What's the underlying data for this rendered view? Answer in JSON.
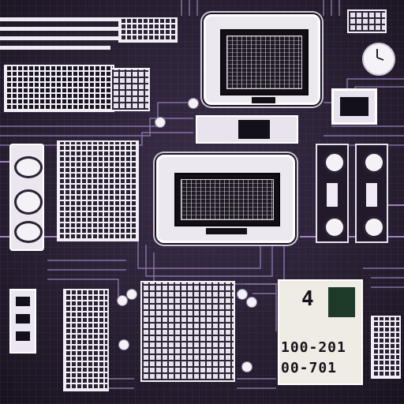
{
  "board": {
    "accent_color": "#7a4fa8",
    "trace_color": "#8e78b0",
    "component_color": "#f2eef6"
  },
  "label_panel": {
    "line1": "4",
    "line2": "100-201",
    "line3": "00-701"
  }
}
